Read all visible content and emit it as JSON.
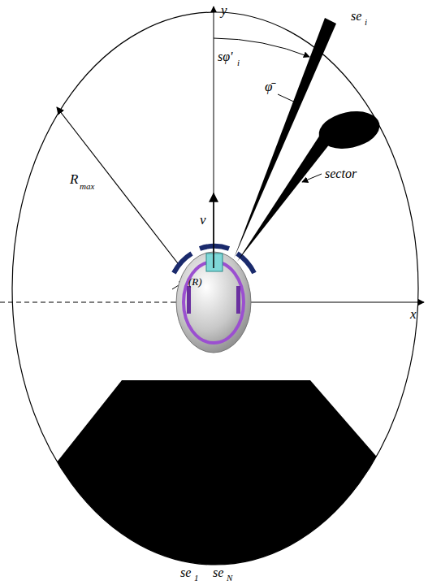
{
  "diagram": {
    "labels": [
      "y",
      "x",
      "R",
      "max",
      "v",
      "(R)",
      "sφ'",
      "i",
      "φ̄",
      "sector",
      "se",
      "i",
      "se",
      "1",
      "se",
      "N"
    ]
  }
}
